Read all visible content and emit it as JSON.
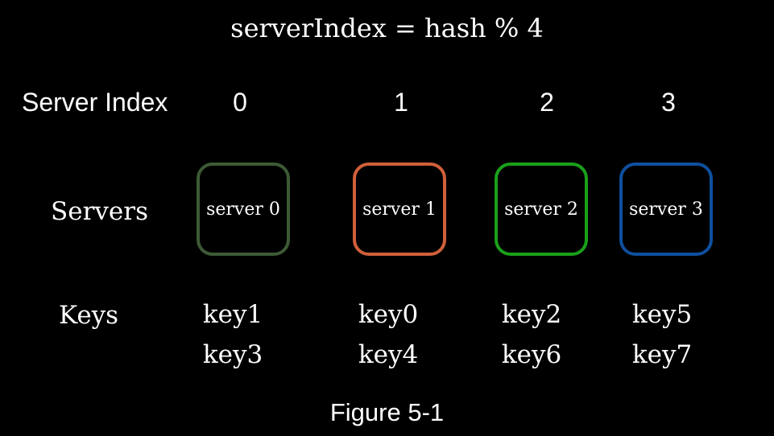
{
  "formula": "serverIndex = hash % 4",
  "labels": {
    "server_index": "Server Index",
    "servers": "Servers",
    "keys": "Keys"
  },
  "caption": "Figure 5-1",
  "servers": [
    {
      "index": "0",
      "name": "server 0",
      "color": "#3d5a35",
      "keys": [
        "key1",
        "key3"
      ]
    },
    {
      "index": "1",
      "name": "server 1",
      "color": "#d0603a",
      "keys": [
        "key0",
        "key4"
      ]
    },
    {
      "index": "2",
      "name": "server 2",
      "color": "#1aa01a",
      "keys": [
        "key2",
        "key6"
      ]
    },
    {
      "index": "3",
      "name": "server 3",
      "color": "#0f4f9e",
      "keys": [
        "key5",
        "key7"
      ]
    }
  ]
}
